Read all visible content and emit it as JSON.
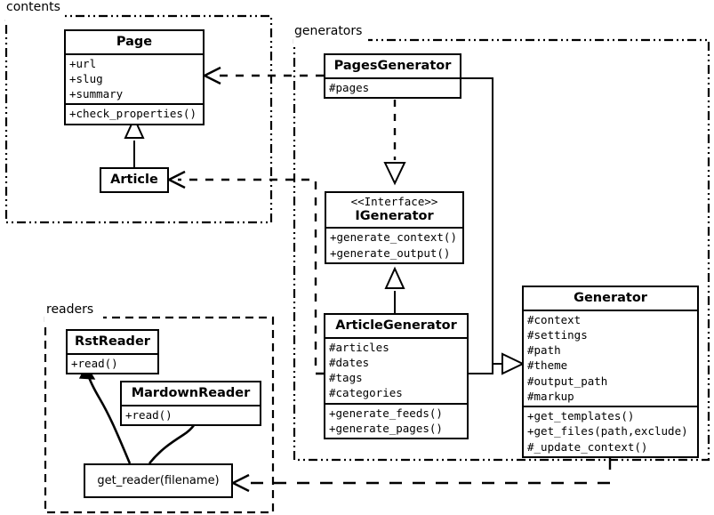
{
  "diagram": {
    "kind": "uml-class-diagram",
    "packages": [
      {
        "id": "contents",
        "label": "contents"
      },
      {
        "id": "generators",
        "label": "generators"
      },
      {
        "id": "readers",
        "label": "readers"
      }
    ],
    "classes": {
      "page": {
        "name": "Page",
        "attributes": [
          "+url",
          "+slug",
          "+summary"
        ],
        "methods": [
          "+check_properties()"
        ]
      },
      "article": {
        "name": "Article",
        "attributes": [],
        "methods": []
      },
      "pages_generator": {
        "name": "PagesGenerator",
        "attributes": [
          "#pages"
        ],
        "methods": []
      },
      "igenerator": {
        "stereotype": "<<Interface>>",
        "name": "IGenerator",
        "attributes": [],
        "methods": [
          "+generate_context()",
          "+generate_output()"
        ]
      },
      "article_generator": {
        "name": "ArticleGenerator",
        "attributes": [
          "#articles",
          "#dates",
          "#tags",
          "#categories"
        ],
        "methods": [
          "+generate_feeds()",
          "+generate_pages()"
        ]
      },
      "generator": {
        "name": "Generator",
        "attributes": [
          "#context",
          "#settings",
          "#path",
          "#theme",
          "#output_path",
          "#markup"
        ],
        "methods": [
          "+get_templates()",
          "+get_files(path,exclude)",
          "#_update_context()"
        ]
      },
      "rst_reader": {
        "name": "RstReader",
        "attributes": [],
        "methods": [
          "+read()"
        ]
      },
      "mardown_reader": {
        "name": "MardownReader",
        "attributes": [],
        "methods": [
          "+read()"
        ]
      }
    },
    "functions": {
      "get_reader": {
        "label": "get_reader(filename)"
      }
    },
    "relations": [
      {
        "from": "article",
        "to": "page",
        "type": "generalization"
      },
      {
        "from": "article_generator",
        "to": "igenerator",
        "type": "generalization"
      },
      {
        "from": "pages_generator",
        "to": "igenerator",
        "type": "realization"
      },
      {
        "from": "pages_generator",
        "to": "generator",
        "type": "generalization"
      },
      {
        "from": "article_generator",
        "to": "generator",
        "type": "generalization"
      },
      {
        "from": "pages_generator",
        "to": "page",
        "type": "dependency"
      },
      {
        "from": "article_generator",
        "to": "article",
        "type": "dependency"
      },
      {
        "from": "generator",
        "to": "get_reader",
        "type": "dependency"
      },
      {
        "from": "get_reader",
        "to": "rst_reader",
        "type": "call"
      },
      {
        "from": "get_reader",
        "to": "mardown_reader",
        "type": "call"
      }
    ],
    "colors": {
      "stroke": "#000000",
      "background": "#ffffff"
    }
  }
}
